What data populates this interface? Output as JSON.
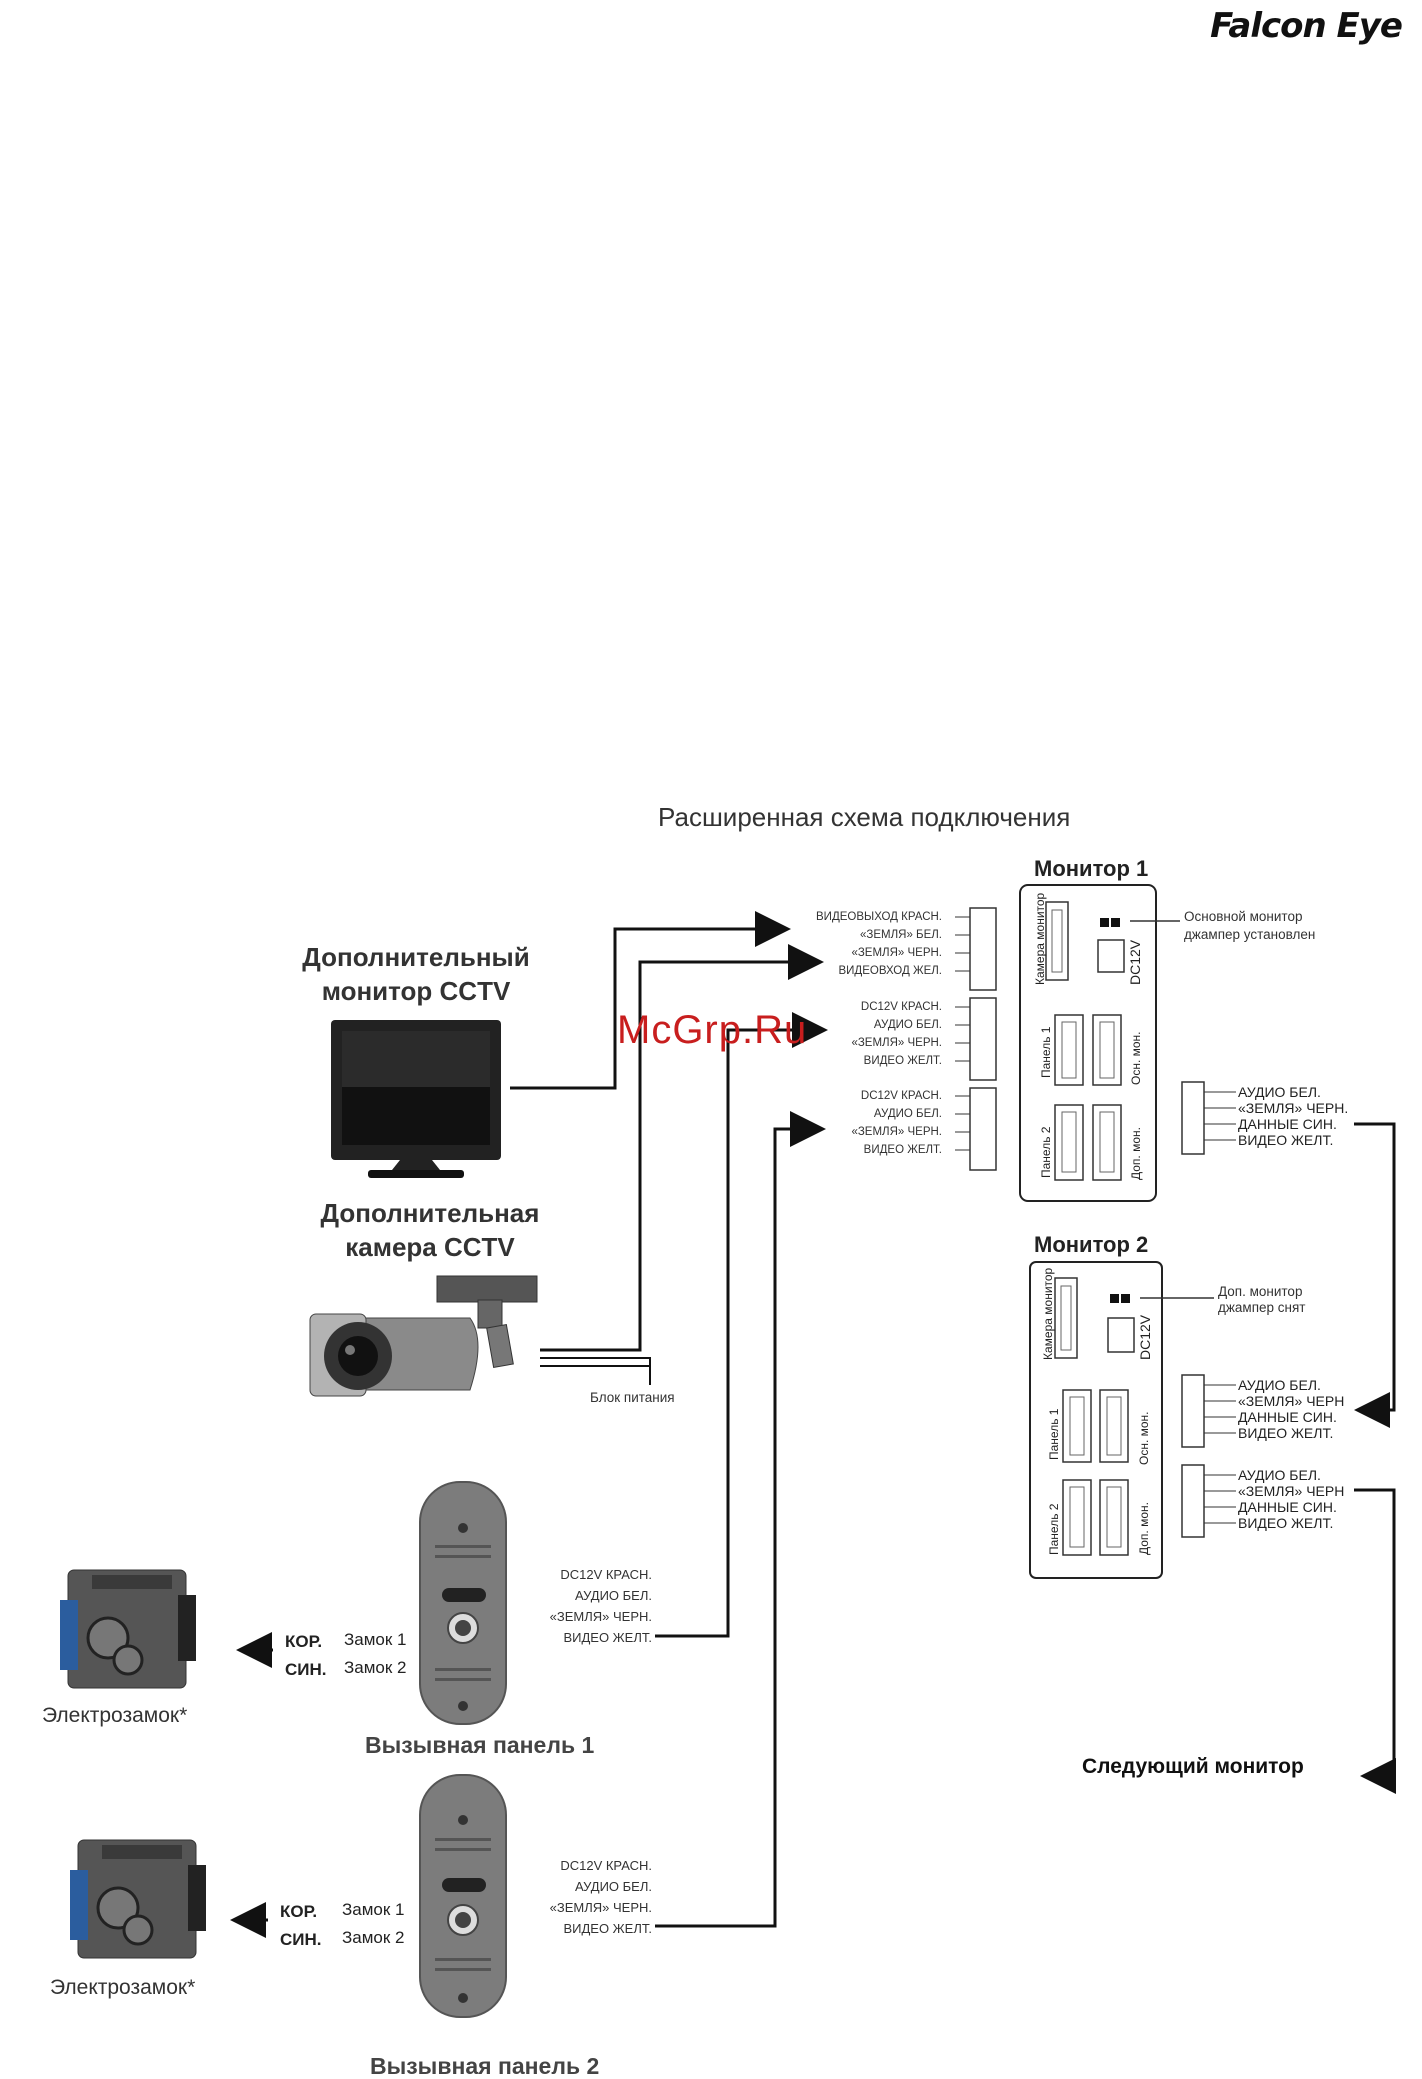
{
  "brand": "Falcon Eye",
  "title": "Расширенная схема подключения",
  "watermark": "McGrp.Ru",
  "monitor1": {
    "title": "Монитор 1",
    "jumper_note": [
      "Основной монитор",
      "джампер установлен"
    ],
    "ports": [
      "Камера монитор",
      "Панель 1",
      "Панель 2",
      "Осн. мон.",
      "Доп. мон.",
      "DC12V"
    ]
  },
  "monitor2": {
    "title": "Монитор 2",
    "jumper_note": [
      "Доп. монитор",
      "джампер снят"
    ],
    "ports": [
      "Камера монитор",
      "Панель 1",
      "Панель 2",
      "Осн. мон.",
      "Доп. мон.",
      "DC12V"
    ]
  },
  "wires_cam": [
    "ВИДЕОВЫХОД КРАСН.",
    "«ЗЕМЛЯ» БЕЛ.",
    "«ЗЕМЛЯ» ЧЕРН.",
    "ВИДЕОВХОД ЖЕЛ."
  ],
  "wires_panel1": [
    "DC12V КРАСН.",
    "АУДИО БЕЛ.",
    "«ЗЕМЛЯ» ЧЕРН.",
    "ВИДЕО ЖЕЛТ."
  ],
  "wires_panel2": [
    "DC12V КРАСН.",
    "АУДИО БЕЛ.",
    "«ЗЕМЛЯ» ЧЕРН.",
    "ВИДЕО ЖЕЛТ."
  ],
  "wires_monitor_out": [
    "АУДИО БЕЛ.",
    "«ЗЕМЛЯ» ЧЕРН.",
    "ДАННЫЕ СИН.",
    "ВИДЕО ЖЕЛТ."
  ],
  "wires_monitor2_in": [
    "АУДИО БЕЛ.",
    "«ЗЕМЛЯ» ЧЕРН",
    "ДАННЫЕ СИН.",
    "ВИДЕО ЖЕЛТ."
  ],
  "wires_monitor2_out": [
    "АУДИО БЕЛ.",
    "«ЗЕМЛЯ» ЧЕРН",
    "ДАННЫЕ СИН.",
    "ВИДЕО ЖЕЛТ."
  ],
  "extra_monitor_label": [
    "Дополнительный",
    "монитор CCTV"
  ],
  "extra_camera_label": [
    "Дополнительная",
    "камера CCTV"
  ],
  "power_label": "Блок питания",
  "call_panel1": {
    "label": "Вызывная панель 1",
    "wires": [
      "DC12V КРАСН.",
      "АУДИО БЕЛ.",
      "«ЗЕМЛЯ» ЧЕРН.",
      "ВИДЕО ЖЕЛТ."
    ],
    "locks": [
      "Замок 1",
      "Замок 2"
    ],
    "colors": [
      "КОР.",
      "СИН."
    ]
  },
  "call_panel2": {
    "label": "Вызывная панель 2",
    "wires": [
      "DC12V КРАСН.",
      "АУДИО БЕЛ.",
      "«ЗЕМЛЯ» ЧЕРН.",
      "ВИДЕО ЖЕЛТ."
    ],
    "locks": [
      "Замок 1",
      "Замок 2"
    ],
    "colors": [
      "КОР.",
      "СИН."
    ]
  },
  "lock_label": "Электрозамок*",
  "next_monitor": "Следующий монитор"
}
